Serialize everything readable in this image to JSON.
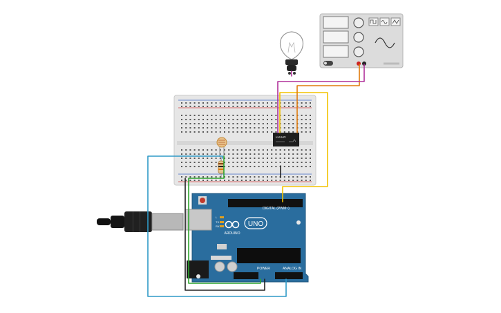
{
  "arduino": {
    "brand": "ARDUINO",
    "model": "UNO",
    "digital_label": "DIGITAL (PWM~)",
    "power_label": "POWER",
    "analog_label": "ANALOG IN",
    "tx": "TX",
    "rx": "RX",
    "led_l": "L"
  },
  "relay": {
    "model": "LU-5-R"
  },
  "colors": {
    "board": "#2a6d9e",
    "breadboard": "#e6e6e6",
    "wire_yellow": "#f2c200",
    "wire_orange": "#e07a0a",
    "wire_magenta": "#b0309a",
    "wire_blue": "#2f9ac7",
    "wire_green": "#2fa52f",
    "wire_black": "#222222",
    "rail_red": "#d23c3c",
    "rail_blue": "#3a66c4"
  }
}
